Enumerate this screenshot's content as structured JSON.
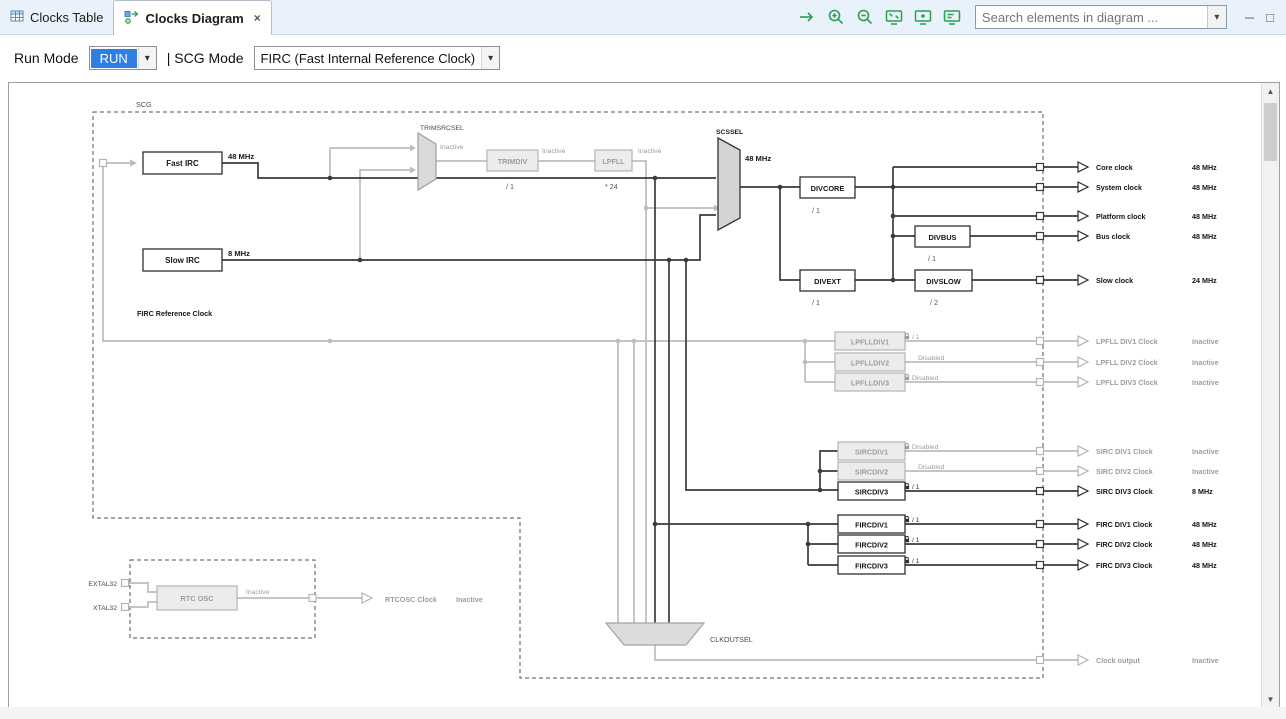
{
  "icons": {
    "close_tab": "×",
    "chevron_down": "▾",
    "minimize": "─",
    "maximize": "□",
    "scroll_up": "▲",
    "scroll_down": "▼"
  },
  "tabs": [
    {
      "label": "Clocks Table"
    },
    {
      "label": "Clocks Diagram"
    }
  ],
  "toolbar": {
    "search_placeholder": "Search elements in diagram ..."
  },
  "mode_bar": {
    "run_mode_label": "Run Mode",
    "run_mode_value": "RUN",
    "scg_mode_label": "| SCG Mode",
    "scg_mode_value": "FIRC (Fast Internal Reference Clock)"
  },
  "diagram": {
    "scg_label": "SCG",
    "fast_irc": {
      "label": "Fast IRC",
      "freq": "48 MHz"
    },
    "slow_irc": {
      "label": "Slow IRC",
      "freq": "8 MHz"
    },
    "firc_ref_label": "FIRC Reference Clock",
    "trimsrcsel": {
      "title": "TRIMSRCSEL",
      "status": "Inactive"
    },
    "trimdiv": {
      "label": "TRIMDIV",
      "status": "Inactive",
      "factor": "/ 1"
    },
    "lpfll": {
      "label": "LPFLL",
      "status": "Inactive",
      "factor": "* 24"
    },
    "scssel": {
      "title": "SCSSEL",
      "freq": "48 MHz"
    },
    "divcore": {
      "label": "DIVCORE",
      "factor": "/ 1"
    },
    "divbus": {
      "label": "DIVBUS",
      "factor": "/ 1"
    },
    "divext": {
      "label": "DIVEXT",
      "factor": "/ 1"
    },
    "divslow": {
      "label": "DIVSLOW",
      "factor": "/ 2"
    },
    "lpflldiv": [
      {
        "label": "LPFLLDIV1",
        "annotation": "/ 1"
      },
      {
        "label": "LPFLLDIV2",
        "annotation": "Disabled"
      },
      {
        "label": "LPFLLDIV3",
        "annotation": "Disabled"
      }
    ],
    "sircdiv": [
      {
        "label": "SIRCDIV1",
        "annotation": "Disabled"
      },
      {
        "label": "SIRCDIV2",
        "annotation": "Disabled"
      },
      {
        "label": "SIRCDIV3",
        "annotation": "/ 1"
      }
    ],
    "fircdiv": [
      {
        "label": "FIRCDIV1",
        "annotation": "/ 1"
      },
      {
        "label": "FIRCDIV2",
        "annotation": "/ 1"
      },
      {
        "label": "FIRCDIV3",
        "annotation": "/ 1"
      }
    ],
    "clkoutsel_label": "CLKOUTSEL",
    "rtc": {
      "extal_label": "EXTAL32",
      "xtal_label": "XTAL32",
      "label": "RTC OSC",
      "status": "Inactive",
      "out_label": "RTCOSC Clock",
      "out_value": "Inactive"
    },
    "outputs": [
      {
        "label": "Core clock",
        "value": "48 MHz"
      },
      {
        "label": "System clock",
        "value": "48 MHz"
      },
      {
        "label": "Platform clock",
        "value": "48 MHz"
      },
      {
        "label": "Bus clock",
        "value": "48 MHz"
      },
      {
        "label": "Slow clock",
        "value": "24 MHz"
      },
      {
        "label": "LPFLL DIV1 Clock",
        "value": "Inactive"
      },
      {
        "label": "LPFLL DIV2 Clock",
        "value": "Inactive"
      },
      {
        "label": "LPFLL DIV3 Clock",
        "value": "Inactive"
      },
      {
        "label": "SIRC DIV1 Clock",
        "value": "Inactive"
      },
      {
        "label": "SIRC DIV2 Clock",
        "value": "Inactive"
      },
      {
        "label": "SIRC DIV3 Clock",
        "value": "8 MHz"
      },
      {
        "label": "FIRC DIV1 Clock",
        "value": "48 MHz"
      },
      {
        "label": "FIRC DIV2 Clock",
        "value": "48 MHz"
      },
      {
        "label": "FIRC DIV3 Clock",
        "value": "48 MHz"
      },
      {
        "label": "Clock output",
        "value": "Inactive"
      }
    ]
  }
}
